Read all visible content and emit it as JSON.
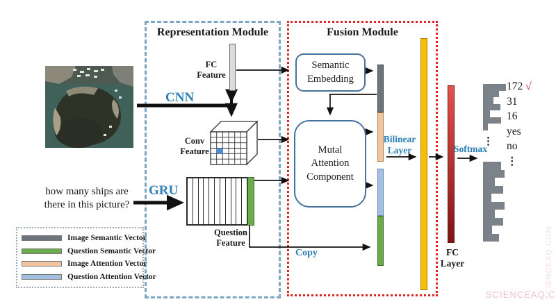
{
  "modules": {
    "representation": {
      "title": "Representation Module"
    },
    "fusion": {
      "title": "Fusion Module"
    }
  },
  "question": {
    "line1": "how many ships are",
    "line2": "there in this picture?"
  },
  "labels": {
    "cnn": "CNN",
    "gru": "GRU",
    "fc_feature": [
      "FC",
      "Feature"
    ],
    "conv_feature": [
      "Conv",
      "Feature"
    ],
    "question_feature": [
      "Question",
      "Feature"
    ],
    "bilinear_layer": [
      "Bilinear",
      "Layer"
    ],
    "copy": "Copy",
    "softmax": "Softmax",
    "fc_layer": [
      "FC",
      "Layer"
    ]
  },
  "boxes": {
    "semantic_embedding": [
      "Semantic",
      "Embedding"
    ],
    "mutal_attention": [
      "Mutal",
      "Attention",
      "Component"
    ]
  },
  "legend": {
    "items": [
      {
        "label": "Image Semantic Vector",
        "color": "#6e747c"
      },
      {
        "label": "Question Semantic Vector",
        "color": "#6cab4b"
      },
      {
        "label": "Image Attention Vector",
        "color": "#f0c49f"
      },
      {
        "label": "Question Attention Vector",
        "color": "#a3c1e5"
      }
    ]
  },
  "answers": {
    "items": [
      "172",
      "31",
      "16",
      "yes",
      "no"
    ],
    "checkmark": "√",
    "ellipsis": "⋮"
  },
  "histograms": {
    "bar_color": "#7b828a",
    "top": {
      "bar_height": 9.5,
      "widths": [
        33,
        23,
        15,
        25,
        10,
        26,
        7
      ]
    },
    "bottom": {
      "bar_height": 11.5,
      "widths": [
        26,
        31,
        17,
        29,
        12,
        31,
        17,
        29,
        13,
        23
      ]
    }
  },
  "colors": {
    "accent_blue": "#2d7fb8",
    "rep_border": "#7ca6c4",
    "fusion_border": "#e02424",
    "yellow_bar": "#f7bf00",
    "red_bar_top": "#e4514f",
    "red_bar_bottom": "#7e1416",
    "checkmark_red": "#c23030",
    "component_border": "#47729e"
  },
  "watermark": {
    "text": "SCIENCEAQ.COM"
  }
}
